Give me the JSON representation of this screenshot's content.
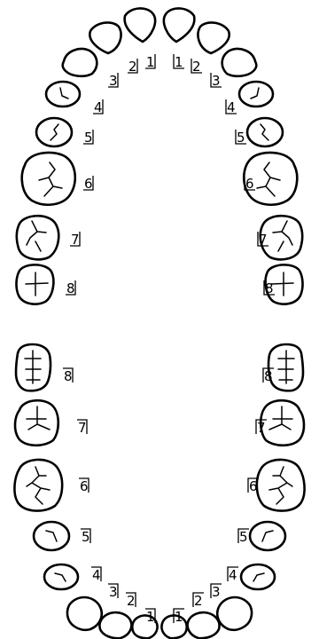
{
  "chart_title": "",
  "upper_arch": {
    "right": [
      "1",
      "2",
      "3",
      "4",
      "5",
      "6",
      "7",
      "8"
    ],
    "left": [
      "1",
      "2",
      "3",
      "4",
      "5",
      "6",
      "7",
      "8"
    ]
  },
  "lower_arch": {
    "right": [
      "1",
      "2",
      "3",
      "4",
      "5",
      "6",
      "7",
      "8"
    ],
    "left": [
      "1",
      "2",
      "3",
      "4",
      "5",
      "6",
      "7",
      "8"
    ]
  }
}
